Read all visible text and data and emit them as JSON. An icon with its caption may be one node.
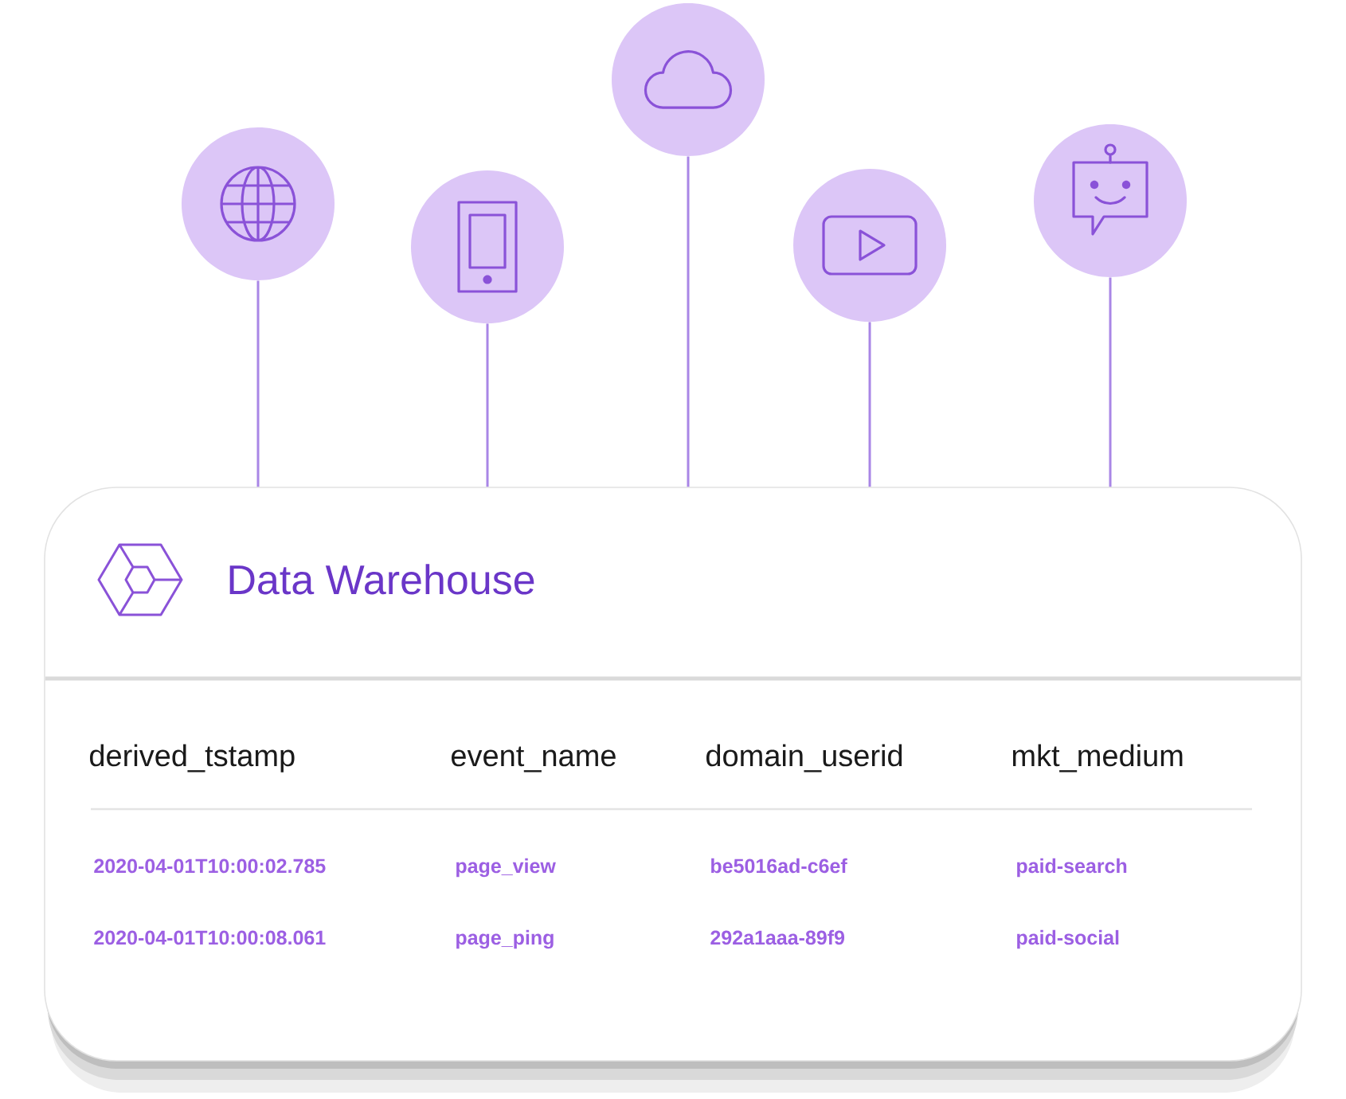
{
  "diagram": {
    "nodes": [
      {
        "text": [],
        "shape": "circle"
      },
      {
        "text": [],
        "shape": "circle"
      },
      {
        "text": [],
        "shape": "circle"
      },
      {
        "text": [],
        "shape": "circle"
      },
      {
        "text": [],
        "shape": "circle"
      },
      {
        "text": [
          "Data Warehouse"
        ]
      }
    ],
    "edges": [
      {
        "from": 0,
        "to": 5,
        "arrow": "none"
      },
      {
        "from": 1,
        "to": 5,
        "arrow": "none"
      },
      {
        "from": 2,
        "to": 5,
        "arrow": "none"
      },
      {
        "from": 3,
        "to": 5,
        "arrow": "none"
      },
      {
        "from": 4,
        "to": 5,
        "arrow": "none"
      }
    ],
    "labels": [
      "derived_tstamp",
      "event_name",
      "domain_userid",
      "mkt_medium",
      "2020-04-01T10:00:02.785",
      "page_view",
      "be5016ad-c6ef",
      "paid-search",
      "2020-04-01T10:00:08.061",
      "page_ping",
      "292a1aaa-89f9",
      "paid-social"
    ]
  }
}
